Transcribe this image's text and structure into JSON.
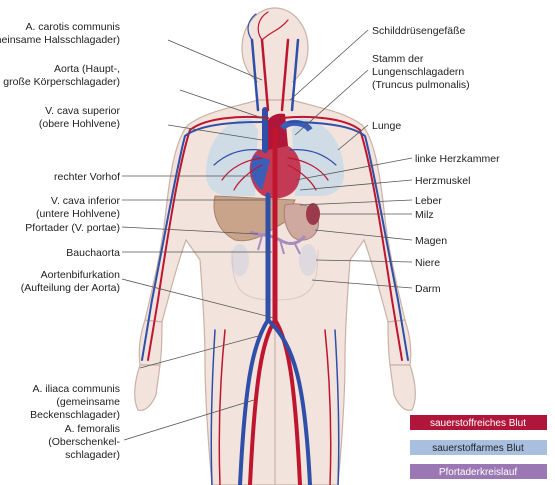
{
  "labels_left": [
    {
      "id": "carotis",
      "lines": [
        "A. carotis communis",
        "(gemeinsame Halsschlagader)"
      ]
    },
    {
      "id": "aorta",
      "lines": [
        "Aorta (Haupt-,",
        "große Körperschlagader)"
      ]
    },
    {
      "id": "vcs",
      "lines": [
        "V. cava superior",
        "(obere Hohlvene)"
      ]
    },
    {
      "id": "vorhof",
      "lines": [
        "rechter Vorhof"
      ]
    },
    {
      "id": "vci",
      "lines": [
        "V. cava inferior",
        "(untere Hohlvene)"
      ]
    },
    {
      "id": "pfortader",
      "lines": [
        "Pfortader (V. portae)"
      ]
    },
    {
      "id": "bauchaorta",
      "lines": [
        "Bauchaorta"
      ]
    },
    {
      "id": "bifurkation",
      "lines": [
        "Aortenbifurkation",
        "(Aufteilung der Aorta)"
      ]
    },
    {
      "id": "iliaca",
      "lines": [
        "A. iliaca communis",
        "(gemeinsame",
        "Beckenschlagader)"
      ]
    },
    {
      "id": "femoralis",
      "lines": [
        "A. femoralis",
        "(Oberschenkel-",
        "schlagader)"
      ]
    }
  ],
  "labels_right": [
    {
      "id": "schilddruese",
      "lines": [
        "Schilddrüsengefäße"
      ]
    },
    {
      "id": "truncus",
      "lines": [
        "Stamm der",
        "Lungenschlagadern",
        "(Truncus pulmonalis)"
      ]
    },
    {
      "id": "lunge",
      "lines": [
        "Lunge"
      ]
    },
    {
      "id": "herzkammer",
      "lines": [
        "linke Herzkammer"
      ]
    },
    {
      "id": "herzmuskel",
      "lines": [
        "Herzmuskel"
      ]
    },
    {
      "id": "leber",
      "lines": [
        "Leber"
      ]
    },
    {
      "id": "milz",
      "lines": [
        "Milz"
      ]
    },
    {
      "id": "magen",
      "lines": [
        "Magen"
      ]
    },
    {
      "id": "niere",
      "lines": [
        "Niere"
      ]
    },
    {
      "id": "darm",
      "lines": [
        "Darm"
      ]
    }
  ],
  "legend": [
    {
      "id": "oxy",
      "label": "sauerstoffreiches Blut",
      "color": "#b0163a"
    },
    {
      "id": "deoxy",
      "label": "sauerstoffarmes Blut",
      "color": "#a9bfe0"
    },
    {
      "id": "portal",
      "label": "Pfortaderkreislauf",
      "color": "#9b78b4"
    }
  ],
  "colors": {
    "artery": "#c0152f",
    "vein": "#2f4fa8",
    "body": "#f2e3dc",
    "outline": "#c9b2a6",
    "lung": "#c9dbe8",
    "liver": "#c9a48a",
    "portal": "#a78bbd"
  }
}
